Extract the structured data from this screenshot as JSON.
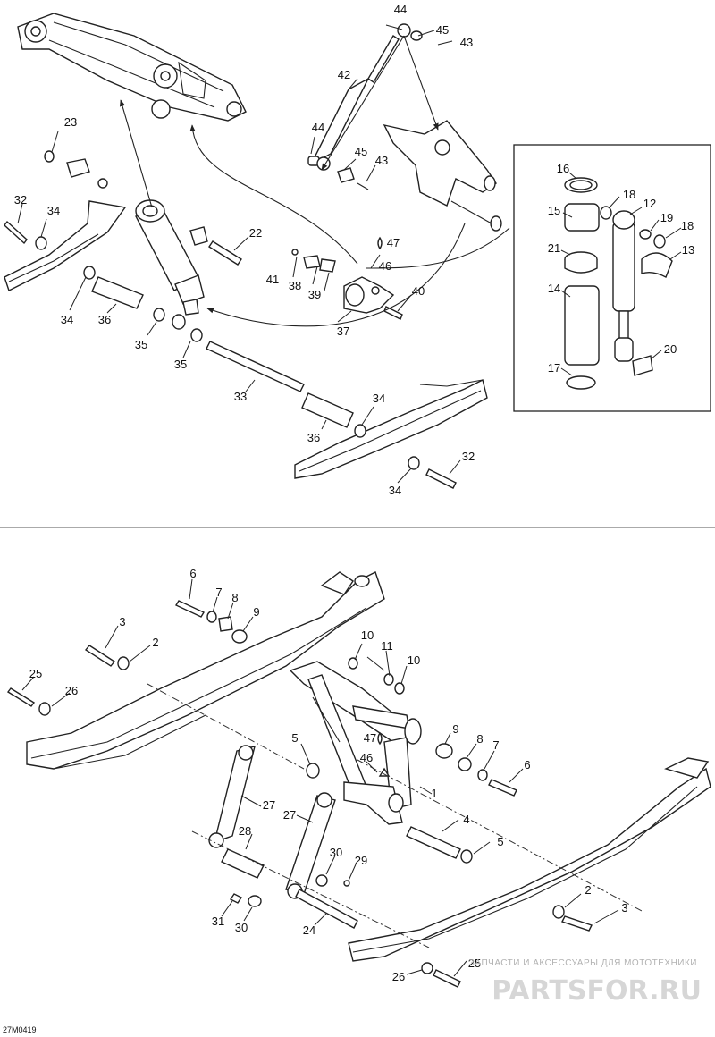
{
  "diagram": {
    "drawing_number": "27M0419",
    "watermark": {
      "caption": "ЗАПЧАСТИ И АКСЕССУАРЫ ДЛЯ МОТОТЕХНИКИ",
      "logo": "PARTSFOR.RU"
    },
    "upper_labels": {
      "l44a": "44",
      "l45a": "45",
      "l43a": "43",
      "l42": "42",
      "l44b": "44",
      "l45b": "45",
      "l43b": "43",
      "l23": "23",
      "l32a": "32",
      "l34a": "34",
      "l22": "22",
      "l47a": "47",
      "l46a": "46",
      "l41": "41",
      "l38": "38",
      "l39": "39",
      "l40": "40",
      "l37": "37",
      "l34b": "34",
      "l36a": "36",
      "l35a": "35",
      "l35b": "35",
      "l33": "33",
      "l34c": "34",
      "l36b": "36",
      "l32b": "32",
      "l34d": "34"
    },
    "inset_labels": {
      "l16": "16",
      "l18a": "18",
      "l12": "12",
      "l15": "15",
      "l19": "19",
      "l18b": "18",
      "l21": "21",
      "l13": "13",
      "l14": "14",
      "l20": "20",
      "l17": "17"
    },
    "lower_labels": {
      "l6a": "6",
      "l7a": "7",
      "l8a": "8",
      "l9a": "9",
      "l3a": "3",
      "l2a": "2",
      "l25a": "25",
      "l26a": "26",
      "l10a": "10",
      "l11": "11",
      "l10b": "10",
      "l5a": "5",
      "l47b": "47",
      "l46b": "46",
      "l9b": "9",
      "l8b": "8",
      "l7b": "7",
      "l6b": "6",
      "l1": "1",
      "l27a": "27",
      "l27b": "27",
      "l4": "4",
      "l5b": "5",
      "l28": "28",
      "l30a": "30",
      "l29": "29",
      "l2b": "2",
      "l3b": "3",
      "l31": "31",
      "l30b": "30",
      "l24": "24",
      "l25b": "25",
      "l26b": "26"
    }
  }
}
